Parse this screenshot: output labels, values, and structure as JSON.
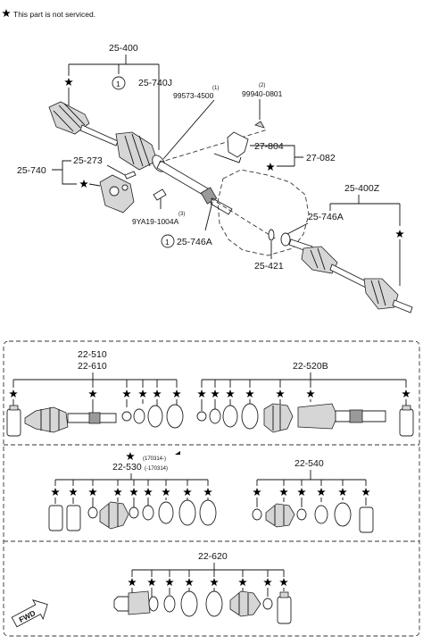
{
  "legend": {
    "text": "This part is not serviced."
  },
  "upper": {
    "main_shaft": "25-400",
    "joint_top": "25-740J",
    "ref1_part": "99573-4500",
    "ref1_num": "(1)",
    "ref2_part": "99940-0801",
    "ref2_num": "(2)",
    "bracket": "27-804",
    "bracket_group": "27-082",
    "bearing_support": "25-740",
    "bolt": "25-273",
    "ref3_part": "9YA19-1004A",
    "ref3_num": "(3)",
    "seal_left": "25-746A",
    "circle_1": "1",
    "right_shaft": "25-400Z",
    "seal_right": "25-746A",
    "clip": "25-421"
  },
  "kit": {
    "k1": "22-510",
    "k2": "22-610",
    "k3": "22-520B",
    "k4": "22-530",
    "k4_date_a": "(170314-)",
    "k4_date_b": "(-170314)",
    "k5": "22-540",
    "k6": "22-620",
    "fwd": "FWD"
  }
}
